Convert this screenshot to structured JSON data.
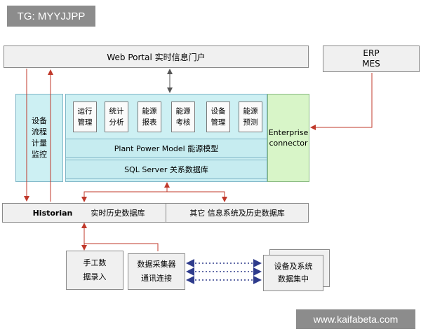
{
  "watermark_top": "TG: MYYJJPP",
  "watermark_bottom": "www.kaifabeta.com",
  "web_portal": "Web Portal 实时信息门户",
  "erp_mes": [
    "ERP",
    "MES"
  ],
  "monitor": [
    "设备",
    "流程",
    "计量",
    "监控"
  ],
  "modules": [
    [
      "运行",
      "管理"
    ],
    [
      "统计",
      "分析"
    ],
    [
      "能源",
      "报表"
    ],
    [
      "能源",
      "考核"
    ],
    [
      "设备",
      "管理"
    ],
    [
      "能源",
      "预测"
    ]
  ],
  "plant_model": "Plant Power Model 能源模型",
  "sql_server": "SQL Server 关系数据库",
  "enterprise_connector": [
    "Enterprise",
    "connector"
  ],
  "historian": "Historian",
  "realtime_db": "实时历史数据库",
  "other_systems": "其它 信息系统及历史数据库",
  "manual_entry": [
    "手工数",
    "据录入"
  ],
  "data_collector": [
    "数据采集器",
    "通讯连接"
  ],
  "device_collection": [
    "设备及系统",
    "数据集中"
  ],
  "colors": {
    "arrow": "#c0392b",
    "dark_arrow": "#555555",
    "cyan": "#cdf0f3",
    "green": "#d8f5c8"
  }
}
